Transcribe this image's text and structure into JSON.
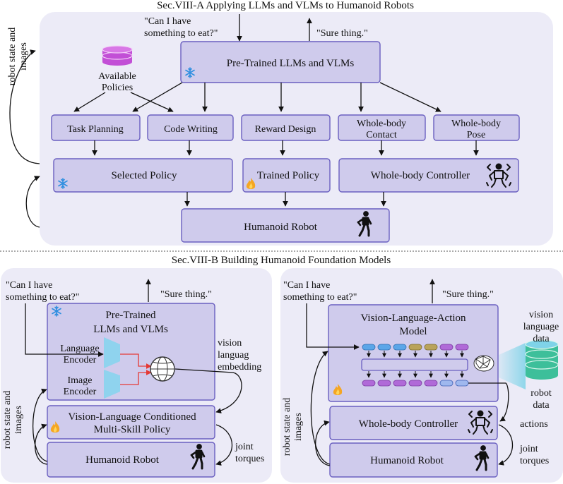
{
  "section_a": {
    "title": "Sec.VIII-A Applying LLMs and VLMs to Humanoid Robots",
    "prompt_line1": "\"Can I have",
    "prompt_line2": "something to eat?\"",
    "reply": "\"Sure thing.\"",
    "side_line1": "robot state and",
    "side_line2": "images",
    "llm_box": "Pre-Trained LLMs and VLMs",
    "available_policies_line1": "Available",
    "available_policies_line2": "Policies",
    "task_planning": "Task Planning",
    "code_writing": "Code Writing",
    "reward_design": "Reward Design",
    "wb_contact_line1": "Whole-body",
    "wb_contact_line2": "Contact",
    "wb_pose_line1": "Whole-body",
    "wb_pose_line2": "Pose",
    "selected_policy": "Selected Policy",
    "trained_policy": "Trained Policy",
    "wb_controller": "Whole-body Controller",
    "humanoid_robot": "Humanoid Robot"
  },
  "section_b": {
    "title": "Sec.VIII-B Building Humanoid Foundation Models",
    "left": {
      "prompt_line1": "\"Can I have",
      "prompt_line2": "something to eat?\"",
      "reply": "\"Sure thing.\"",
      "side_line1": "robot state and",
      "side_line2": "images",
      "llm_line1": "Pre-Trained",
      "llm_line2": "LLMs and VLMs",
      "lang_encoder_line1": "Language",
      "lang_encoder_line2": "Encoder",
      "img_encoder_line1": "Image",
      "img_encoder_line2": "Encoder",
      "embedding_line1": "vision",
      "embedding_line2": "languag",
      "embedding_line3": "embedding",
      "policy_line1": "Vision-Language Conditioned",
      "policy_line2": "Multi-Skill Policy",
      "humanoid_robot": "Humanoid Robot",
      "joint_line1": "joint",
      "joint_line2": "torques"
    },
    "right": {
      "prompt_line1": "\"Can I have",
      "prompt_line2": "something to eat?\"",
      "reply": "\"Sure thing.\"",
      "side_line1": "robot state and",
      "side_line2": "images",
      "vla_line1": "Vision-Language-Action",
      "vla_line2": "Model",
      "data_line1": "vision",
      "data_line2": "language",
      "data_line3": "data",
      "robot_data_line1": "robot",
      "robot_data_line2": "data",
      "wb_controller": "Whole-body Controller",
      "actions": "actions",
      "humanoid_robot": "Humanoid Robot",
      "joint_line1": "joint",
      "joint_line2": "torques"
    }
  },
  "colors": {
    "panel_fill": "#ecebf7",
    "box_fill": "#cfcbec",
    "box_stroke": "#6a5fc0",
    "database": "#c24fd6",
    "database_green": "#3dbf9a",
    "snowflake": "#2f8fe0",
    "flame": "#f5a623",
    "token_blue": "#5ba6e8",
    "token_olive": "#b9a35a",
    "token_purple": "#b06ad8",
    "red_line": "#e53935"
  },
  "icons": [
    "snowflake-icon",
    "flame-icon",
    "database-icon",
    "humanoid-icon",
    "controller-icon",
    "globe-icon",
    "network-icon"
  ]
}
